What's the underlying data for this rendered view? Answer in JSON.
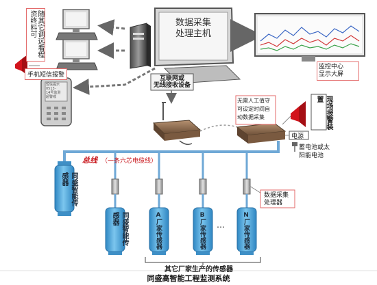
{
  "diagram": {
    "caption": "同盛高智能工程监测系统",
    "host_label": "数据采集\n处理主机",
    "client_note": "随其它调远看程资终料可",
    "monitor_label": "监控中心\n显示大屏",
    "sms_label": "手机短信报警",
    "phone_screen": "短信提示\n0513-\n14号监测\n超警戒",
    "network_label": "互联网或\n无线接收设备",
    "unattended_note": "无需人工值守\n可设定时间自\n动数据采集",
    "alarm_label": "现场报警装置",
    "power_tag": "电源",
    "battery_label": "蓄电池或太\n阳能电池",
    "bus_label": "总线",
    "bus_note": "（一条六芯电缆线）",
    "bus_sensor": "同盛智能传感器",
    "daq_label": "数据采集\n处理器",
    "sensor_left": "同盛智能传感器",
    "sensor_a": "A厂家传感器",
    "sensor_b": "B厂家传感器",
    "sensor_dots": "…",
    "sensor_n": "N厂家传感器",
    "others_label": "其它厂家生产的传感器"
  },
  "colors": {
    "bus": "#6fa8d6",
    "sensor_body": "#4aa6d8",
    "alarm_red": "#d2141c",
    "label_red": "#c8141a",
    "device_brown": "#8a6a50",
    "box_border": "#e36a6a"
  },
  "icons": [
    "monitor-icon",
    "pc-icon",
    "phone-icon",
    "alarm-icon",
    "router-icon",
    "sensor-icon",
    "plug-icon"
  ]
}
